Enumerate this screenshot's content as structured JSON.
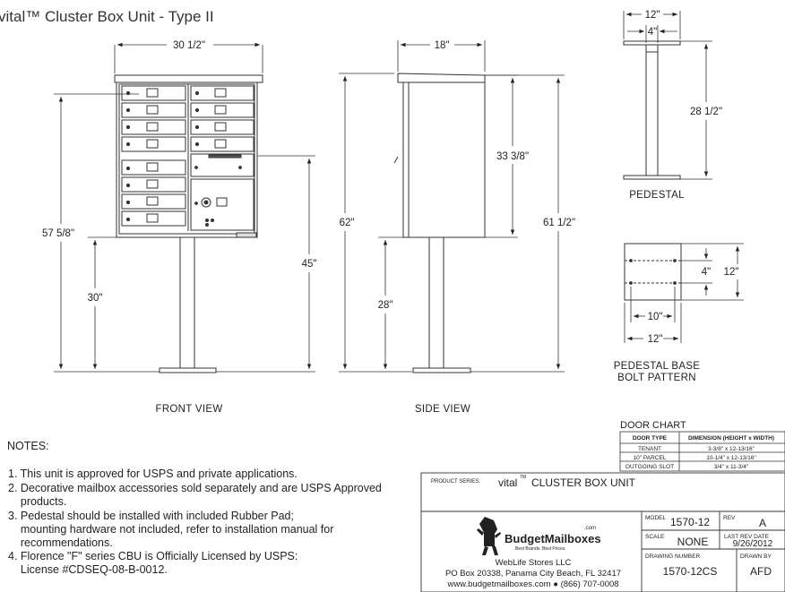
{
  "title": "vital™ Cluster Box Unit - Type II",
  "front_view": {
    "caption": "FRONT VIEW",
    "width": "30 1/2\"",
    "overall_height": "57 5/8\"",
    "pedestal_height": "30\"",
    "top_height": "45\""
  },
  "side_view": {
    "caption": "SIDE VIEW",
    "depth": "18\"",
    "overall_height": "62\"",
    "box_height": "33 3/8\"",
    "pedestal_height": "28\"",
    "right_height": "61 1/2\""
  },
  "pedestal": {
    "caption": "PEDESTAL",
    "top_width": "12\"",
    "inner_width": "4\"",
    "height": "28 1/2\""
  },
  "base": {
    "caption_line1": "PEDESTAL BASE",
    "caption_line2": "BOLT PATTERN",
    "inner_h": "4\"",
    "outer_h": "12\"",
    "inner_w": "10\"",
    "outer_w": "12\""
  },
  "door_chart": {
    "title": "DOOR CHART",
    "headers": [
      "DOOR TYPE",
      "DIMENSION (HEIGHT x WIDTH)"
    ],
    "rows": [
      [
        "TENANT",
        "3-3/8\" x 12-13/16\""
      ],
      [
        "10\" PARCEL",
        "10-1/4\" x 12-13/16\""
      ],
      [
        "OUTGOING SLOT",
        "3/4\" x 11-3/4\""
      ]
    ]
  },
  "notes": {
    "heading": "NOTES:",
    "items": [
      "1. This unit is approved for USPS and private applications.",
      "2. Decorative mailbox accessories sold separately and are USPS Approved\n    products.",
      "3. Pedestal should be installed with included Rubber Pad;\n    mounting hardware not included, refer to installation manual for\n    recommendations.",
      "4. Florence \"F\" series CBU is Officially Licensed by USPS:\n    License #CDSEQ-08-B-0012."
    ]
  },
  "title_block": {
    "product_series_label": "PRODUCT SERIES:",
    "series_name": "vital",
    "tm": "TM",
    "product_name": "CLUSTER BOX UNIT",
    "logo_text": "BudgetMailboxes",
    "logo_com": ".com",
    "logo_tagline": "Best Brands. Best Prices.",
    "company": "WebLife Stores LLC",
    "address": "PO Box 20338, Panama City Beach, FL 32417",
    "web_phone": "www.budgetmailboxes.com ● (866) 707-0008",
    "model_label": "MODEL",
    "model": "1570-12",
    "rev_label": "REV",
    "rev": "A",
    "scale_label": "SCALE",
    "scale": "NONE",
    "last_rev_label": "LAST REV DATE",
    "last_rev": "9/26/2012",
    "drawing_number_label": "DRAWING NUMBER",
    "drawing_number": "1570-12CS",
    "drawn_by_label": "DRAWN BY",
    "drawn_by": "AFD"
  }
}
